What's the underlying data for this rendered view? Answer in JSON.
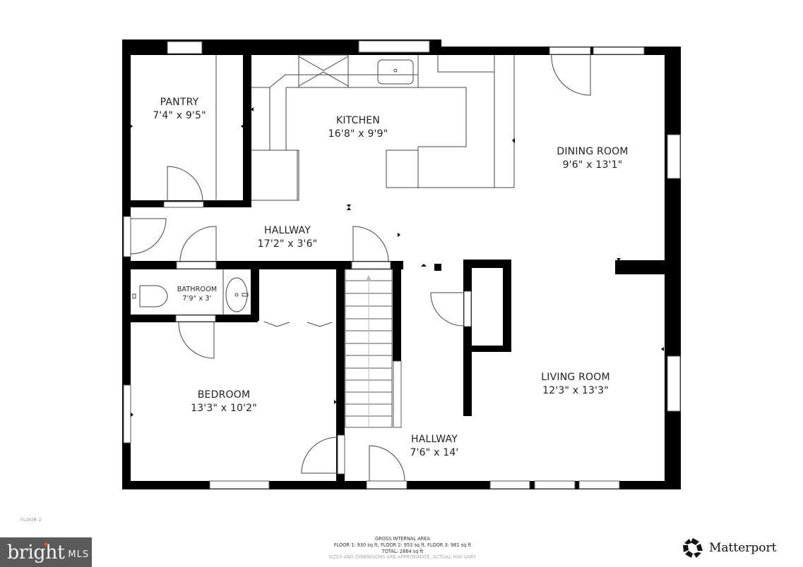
{
  "floor_label": "FLOOR 2",
  "rooms": {
    "pantry": {
      "name": "PANTRY",
      "size": "7'4\" x 9'5\""
    },
    "kitchen": {
      "name": "KITCHEN",
      "size": "16'8\" x 9'9\""
    },
    "dining_room": {
      "name": "DINING ROOM",
      "size": "9'6\" x 13'1\""
    },
    "hallway_upper": {
      "name": "HALLWAY",
      "size": "17'2\" x 3'6\""
    },
    "bathroom": {
      "name": "BATHROOM",
      "size": "7'9\" x 3'"
    },
    "bedroom": {
      "name": "BEDROOM",
      "size": "13'3\" x 10'2\""
    },
    "living_room": {
      "name": "LIVING ROOM",
      "size": "12'3\" x 13'3\""
    },
    "hallway_lower": {
      "name": "HALLWAY",
      "size": "7'6\" x 14'"
    }
  },
  "footer": {
    "title": "GROSS INTERNAL AREA",
    "floors": "FLOOR 1: 930 sq ft, FLOOR 2: 953 sq ft, FLOOR 3: 981 sq ft",
    "total": "TOTAL: 2864 sq ft",
    "disclaimer": "SIZES AND DIMENSIONS ARE APPROXIMATE, ACTUAL MAY VARY."
  },
  "logos": {
    "bright": {
      "word": "bright",
      "suffix": "MLS",
      "accent": "#e0552b",
      "bg": "#5a5a5a"
    },
    "matterport": {
      "name": "Matterport",
      "mark": "®"
    }
  },
  "colors": {
    "wall": "#000000",
    "line": "#555555",
    "background": "#ffffff"
  }
}
